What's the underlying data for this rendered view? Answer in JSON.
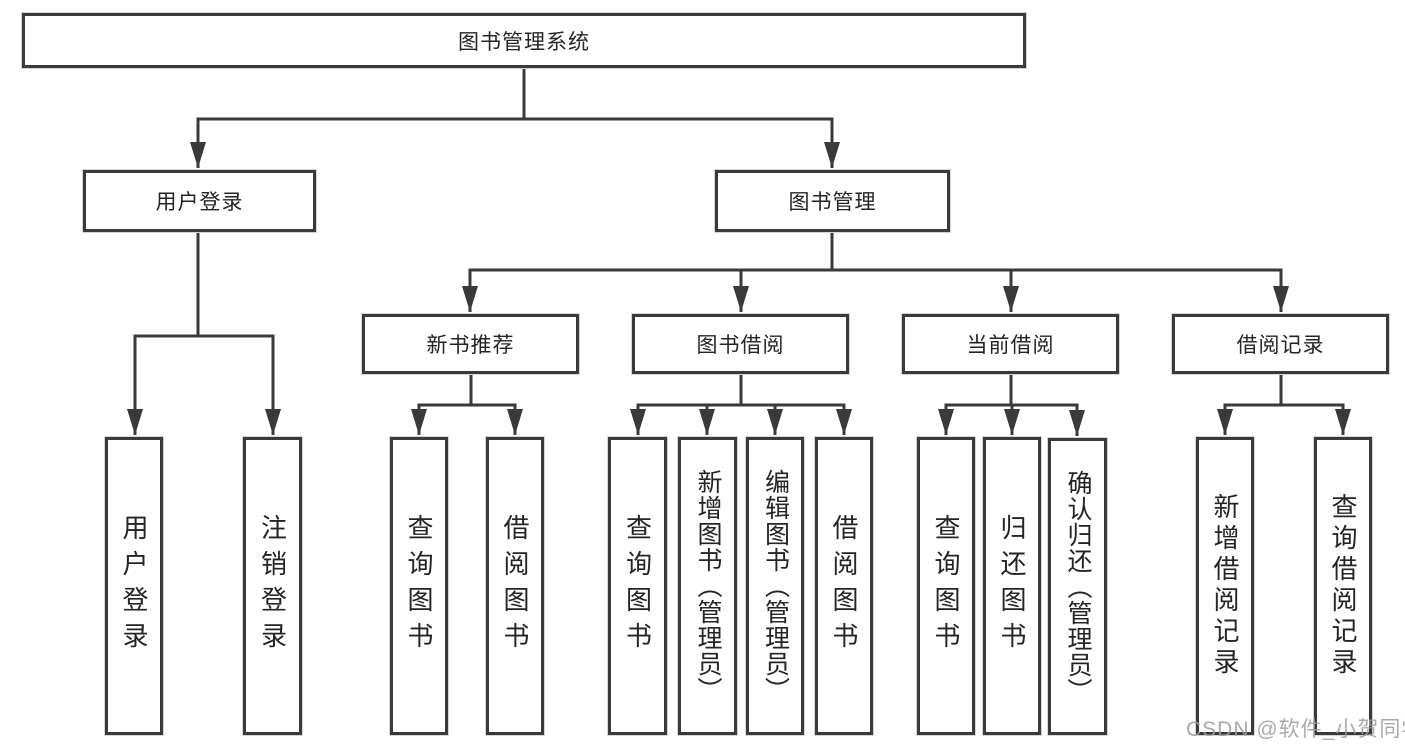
{
  "tree": {
    "root": "图书管理系统",
    "children": [
      {
        "label": "用户登录",
        "children": [
          "用户登录",
          "注销登录"
        ]
      },
      {
        "label": "图书管理",
        "children": [
          {
            "label": "新书推荐",
            "children": [
              "查询图书",
              "借阅图书"
            ]
          },
          {
            "label": "图书借阅",
            "children": [
              "查询图书",
              "新增图书（管理员）",
              "编辑图书（管理员）",
              "借阅图书"
            ]
          },
          {
            "label": "当前借阅",
            "children": [
              "查询图书",
              "归还图书",
              "确认归还（管理员）"
            ]
          },
          {
            "label": "借阅记录",
            "children": [
              "新增借阅记录",
              "查询借阅记录"
            ]
          }
        ]
      }
    ]
  },
  "watermark": {
    "text": "CSDN @软件_小贺同学"
  },
  "colors": {
    "background": "#ffffff",
    "line": "#3a3a3a",
    "box_border": "#3a3a3a",
    "text": "#242424",
    "watermark": "#9e9e9e"
  }
}
